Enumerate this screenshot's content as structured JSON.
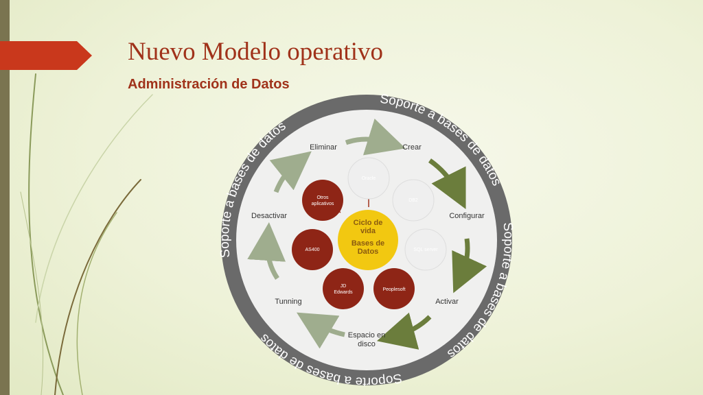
{
  "slide": {
    "title": "Nuevo Modelo operativo",
    "subtitle": "Administración de Datos"
  },
  "ring": {
    "text_top": "Soporte a bases de datos",
    "text_right": "Soporte a bases de datos",
    "text_bottom": "Soporte a bases de datos",
    "text_left": "Soporte a bases de datos"
  },
  "lifecycle": {
    "stages": [
      "Crear",
      "Configurar",
      "Activar",
      "Espacio en disco",
      "Tunning",
      "Desactivar",
      "Eliminar"
    ],
    "stage_bottom_line1": "Espacio en",
    "stage_bottom_line2": "disco"
  },
  "center": {
    "line1": "Ciclo de",
    "line2": "vida",
    "line3": "Bases de",
    "line4": "Datos"
  },
  "databases": {
    "oracle": "Oracle",
    "db2": "DB2",
    "sqlserver": "SQL server",
    "peoplesoft": "Peoplesoft",
    "jdedwards_line1": "JD",
    "jdedwards_line2": "Edwards",
    "as400": "AS400",
    "otros_line1": "Otros",
    "otros_line2": "aplicativos"
  },
  "colors": {
    "title": "#a0321a",
    "ring": "#6a6a6a",
    "center": "#f2c811",
    "light_circle": "#efefef",
    "dark_circle": "#8e2516",
    "arrow_light": "#9fad8e",
    "arrow_dark": "#6b7d3c"
  }
}
